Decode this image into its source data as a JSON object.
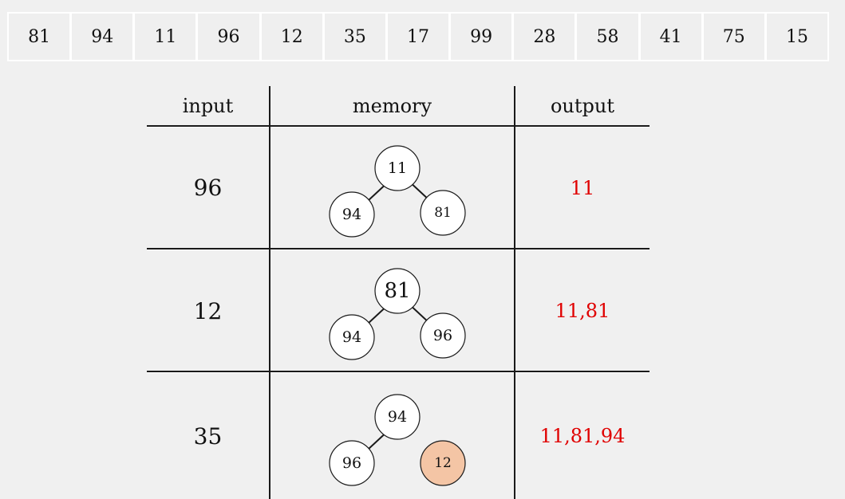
{
  "array": [
    "81",
    "94",
    "11",
    "96",
    "12",
    "35",
    "17",
    "99",
    "28",
    "58",
    "41",
    "75",
    "15"
  ],
  "table": {
    "headers": {
      "input": "input",
      "memory": "memory",
      "output": "output"
    },
    "rows": [
      {
        "input": "96",
        "output": "11",
        "tree": {
          "root": "11",
          "left": "94",
          "right": "81"
        }
      },
      {
        "input": "12",
        "output": "11,81",
        "tree": {
          "root": "81",
          "left": "94",
          "right": "96"
        }
      },
      {
        "input": "35",
        "output": "11,81,94",
        "tree": {
          "root": "94",
          "left": "96",
          "right": "12"
        }
      }
    ]
  },
  "colors": {
    "output_text": "#e00000",
    "highlight_node": "#f4c5a5"
  }
}
